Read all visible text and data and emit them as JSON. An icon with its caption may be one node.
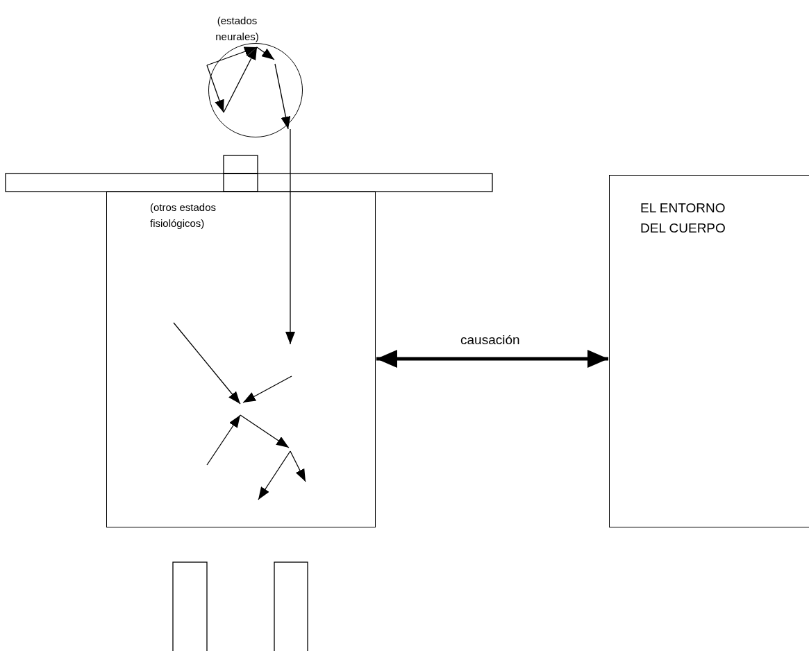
{
  "diagram": {
    "nodes": [
      {
        "text": [
          "(estados neurales)"
        ]
      },
      {
        "text": [
          "(otros estados fisiológicos)"
        ]
      },
      {
        "text": [
          "EL ENTORNO DEL CUERPO"
        ]
      }
    ],
    "edges": [
      {
        "from": 0,
        "to": 1,
        "arrow": "to"
      },
      {
        "from": 1,
        "to": 2,
        "arrow": "both",
        "label": "causación",
        "style": "thick"
      }
    ]
  }
}
